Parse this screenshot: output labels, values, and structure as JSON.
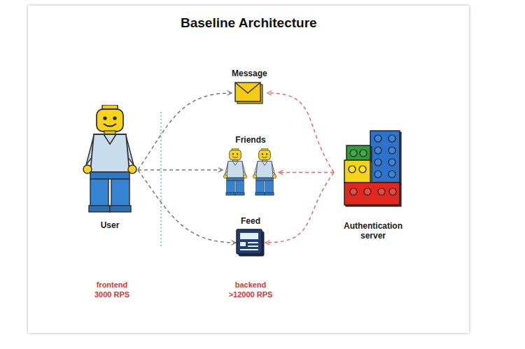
{
  "diagram": {
    "title": "Baseline Architecture",
    "nodes": [
      {
        "text": [
          "User"
        ]
      },
      {
        "text": [
          "Message"
        ]
      },
      {
        "text": [
          "Friends"
        ]
      },
      {
        "text": [
          "Feed"
        ]
      },
      {
        "text": [
          "Authentication server"
        ]
      }
    ],
    "edges": [
      {
        "from": 0,
        "to": 1,
        "arrow": "to"
      },
      {
        "from": 0,
        "to": 2,
        "arrow": "to"
      },
      {
        "from": 0,
        "to": 3,
        "arrow": "to"
      },
      {
        "from": 4,
        "to": 1,
        "arrow": "to"
      },
      {
        "from": 4,
        "to": 2,
        "arrow": "to"
      },
      {
        "from": 4,
        "to": 3,
        "arrow": "to"
      }
    ],
    "labels": [
      "frontend 3000 RPS",
      "backend >12000 RPS"
    ]
  }
}
